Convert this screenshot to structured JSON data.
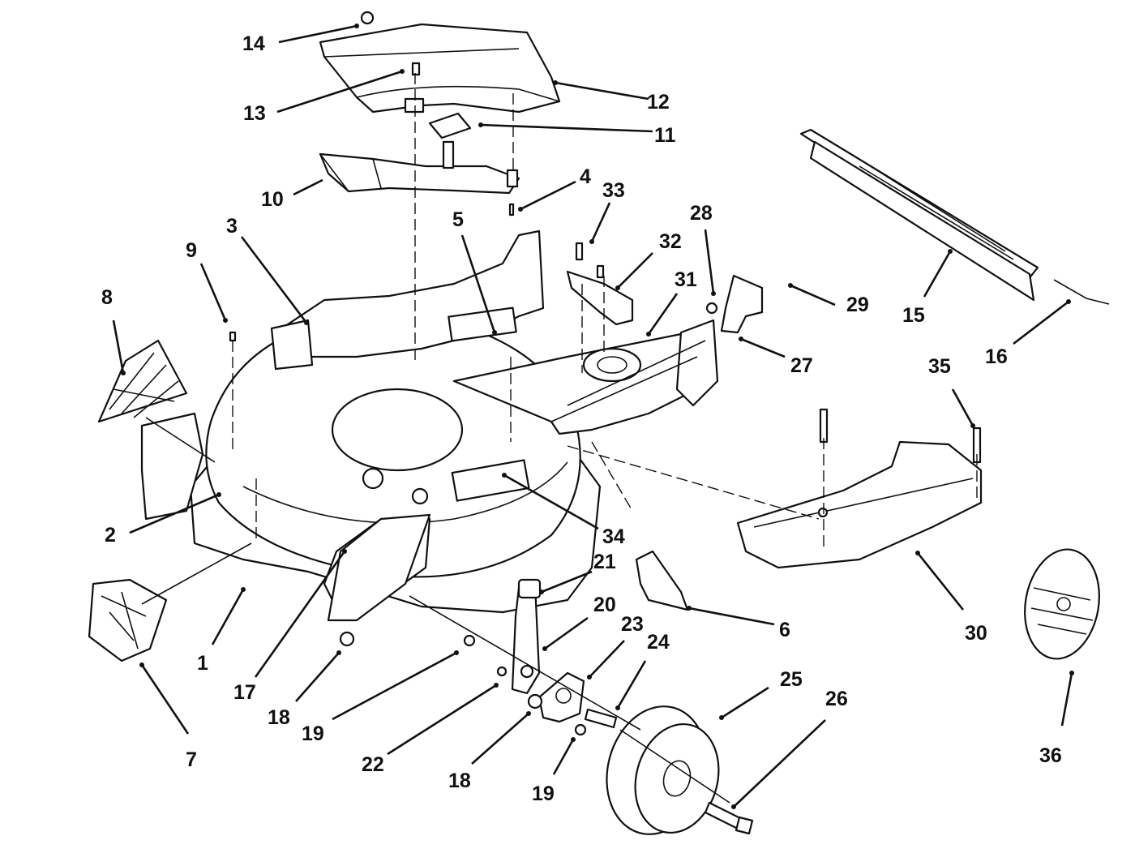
{
  "callouts": [
    {
      "id": "1",
      "label": "1"
    },
    {
      "id": "2",
      "label": "2"
    },
    {
      "id": "3",
      "label": "3"
    },
    {
      "id": "4",
      "label": "4"
    },
    {
      "id": "5",
      "label": "5"
    },
    {
      "id": "6",
      "label": "6"
    },
    {
      "id": "7",
      "label": "7"
    },
    {
      "id": "8",
      "label": "8"
    },
    {
      "id": "9",
      "label": "9"
    },
    {
      "id": "10",
      "label": "10"
    },
    {
      "id": "11",
      "label": "11"
    },
    {
      "id": "12",
      "label": "12"
    },
    {
      "id": "13",
      "label": "13"
    },
    {
      "id": "14",
      "label": "14"
    },
    {
      "id": "15",
      "label": "15"
    },
    {
      "id": "16",
      "label": "16"
    },
    {
      "id": "17",
      "label": "17"
    },
    {
      "id": "18a",
      "label": "18"
    },
    {
      "id": "18b",
      "label": "18"
    },
    {
      "id": "19a",
      "label": "19"
    },
    {
      "id": "19b",
      "label": "19"
    },
    {
      "id": "20",
      "label": "20"
    },
    {
      "id": "21",
      "label": "21"
    },
    {
      "id": "22",
      "label": "22"
    },
    {
      "id": "23",
      "label": "23"
    },
    {
      "id": "24",
      "label": "24"
    },
    {
      "id": "25",
      "label": "25"
    },
    {
      "id": "26",
      "label": "26"
    },
    {
      "id": "27",
      "label": "27"
    },
    {
      "id": "28",
      "label": "28"
    },
    {
      "id": "29",
      "label": "29"
    },
    {
      "id": "30",
      "label": "30"
    },
    {
      "id": "31",
      "label": "31"
    },
    {
      "id": "32",
      "label": "32"
    },
    {
      "id": "33",
      "label": "33"
    },
    {
      "id": "34",
      "label": "34"
    },
    {
      "id": "35",
      "label": "35"
    },
    {
      "id": "36",
      "label": "36"
    }
  ]
}
